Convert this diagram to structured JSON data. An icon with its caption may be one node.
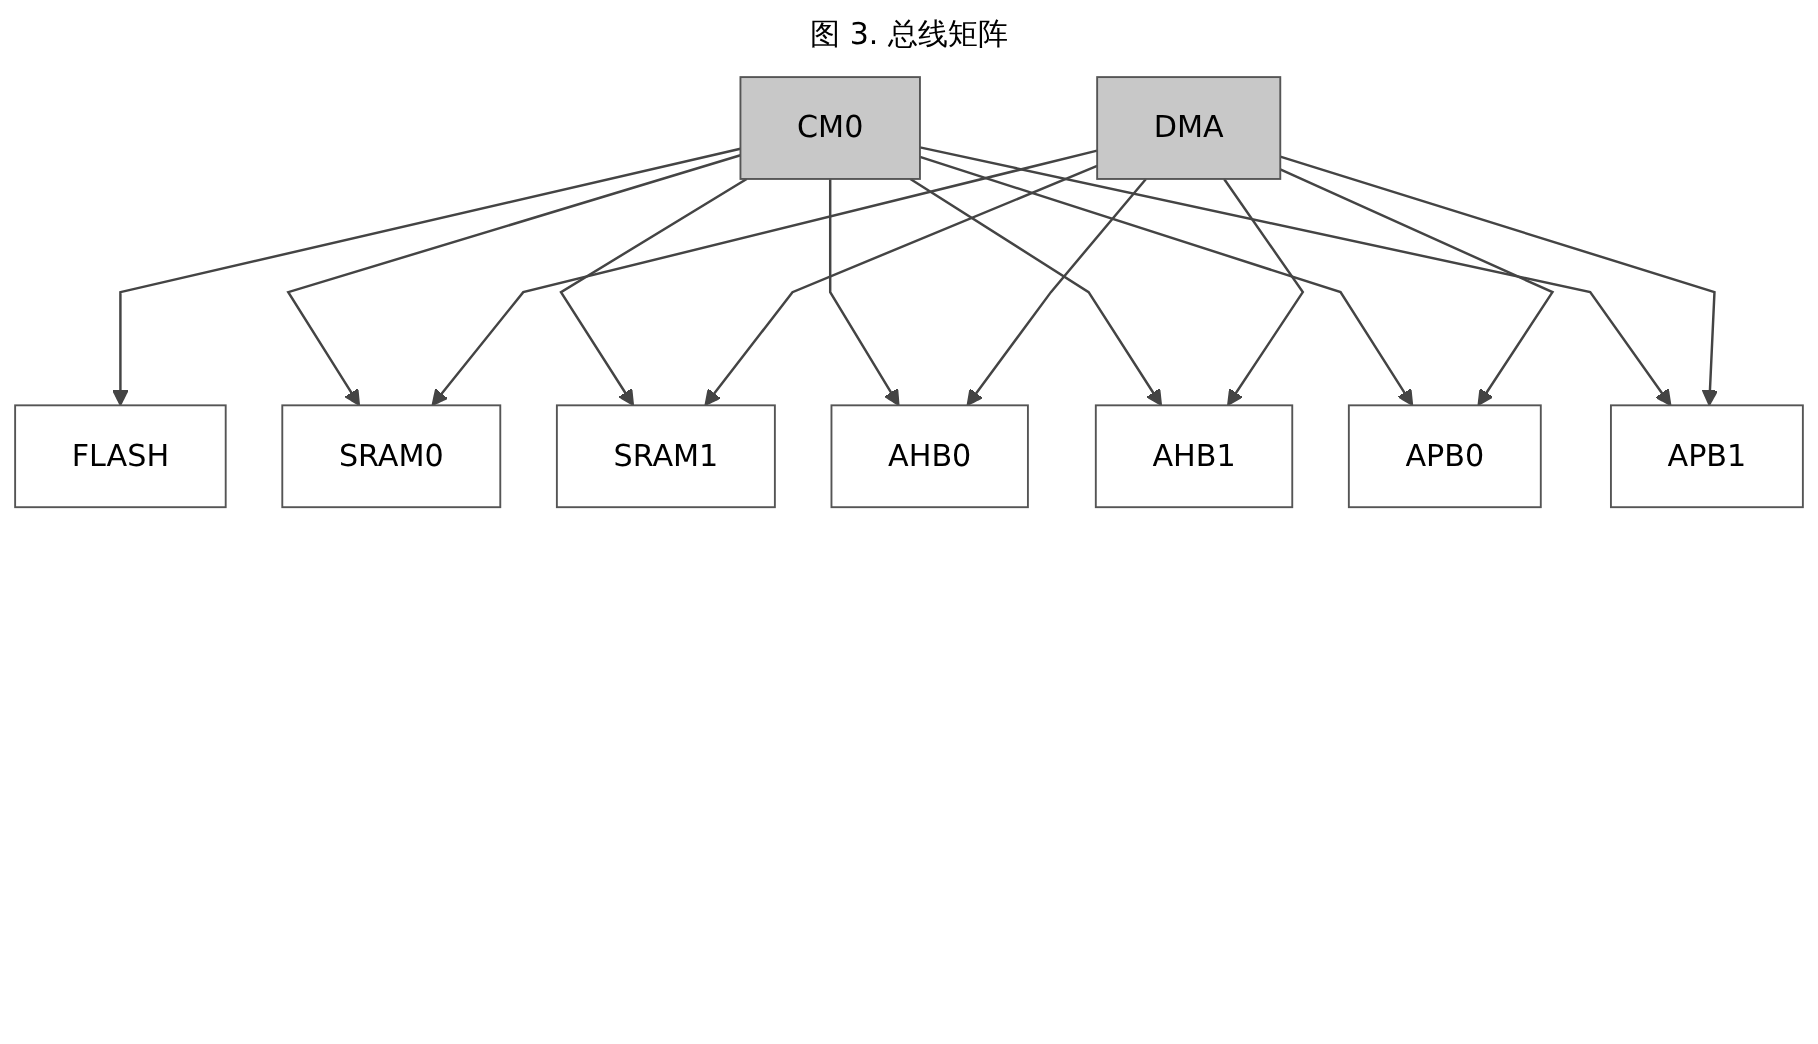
{
  "diagram": {
    "title": "图 3. 总线矩阵",
    "nodes": [
      {
        "text": [
          "CM0"
        ]
      },
      {
        "text": [
          "FLASH"
        ]
      },
      {
        "text": [
          "SRAM0"
        ]
      },
      {
        "text": [
          "SRAM1"
        ]
      },
      {
        "text": [
          "AHB0"
        ]
      },
      {
        "text": [
          "AHB1"
        ]
      },
      {
        "text": [
          "APB0"
        ]
      },
      {
        "text": [
          "APB1"
        ]
      },
      {
        "text": [
          "DMA"
        ]
      }
    ],
    "edges": [
      {
        "from": 0,
        "to": 1,
        "arrow": "to"
      },
      {
        "from": 0,
        "to": 2,
        "arrow": "to"
      },
      {
        "from": 0,
        "to": 3,
        "arrow": "to"
      },
      {
        "from": 0,
        "to": 4,
        "arrow": "to"
      },
      {
        "from": 0,
        "to": 5,
        "arrow": "to"
      },
      {
        "from": 0,
        "to": 6,
        "arrow": "to"
      },
      {
        "from": 0,
        "to": 7,
        "arrow": "to"
      },
      {
        "from": 8,
        "to": 2,
        "arrow": "to"
      },
      {
        "from": 8,
        "to": 3,
        "arrow": "to"
      },
      {
        "from": 8,
        "to": 4,
        "arrow": "to"
      },
      {
        "from": 8,
        "to": 5,
        "arrow": "to"
      },
      {
        "from": 8,
        "to": 6,
        "arrow": "to"
      },
      {
        "from": 8,
        "to": 7,
        "arrow": "to"
      }
    ]
  }
}
